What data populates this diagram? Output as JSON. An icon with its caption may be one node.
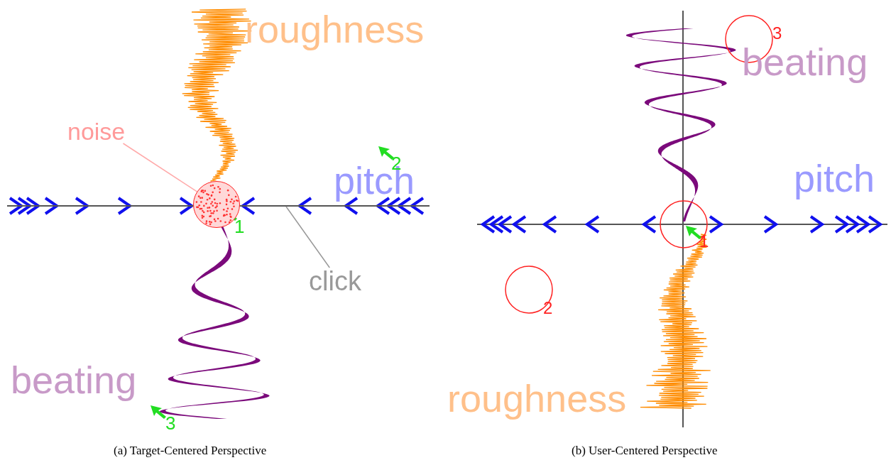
{
  "diagram": {
    "nodes": [
      {
        "text": [
          "noise"
        ]
      },
      {
        "text": [],
        "shape": "circle"
      },
      {
        "text": [
          "click"
        ]
      },
      {
        "text": [],
        "shape": "line"
      }
    ],
    "edges": [
      {
        "from": 0,
        "to": 1,
        "arrow": "none",
        "color": "#ffaaaa"
      },
      {
        "from": 2,
        "to": 3,
        "arrow": "none",
        "color": "#999999"
      }
    ],
    "labels": [
      "roughness",
      "pitch",
      "2",
      "1",
      "beating",
      "3",
      "(a) Target-Centered Perspective",
      "3",
      "beating",
      "pitch",
      "1",
      "2",
      "roughness",
      "(b) User-Centered Perspective"
    ]
  }
}
